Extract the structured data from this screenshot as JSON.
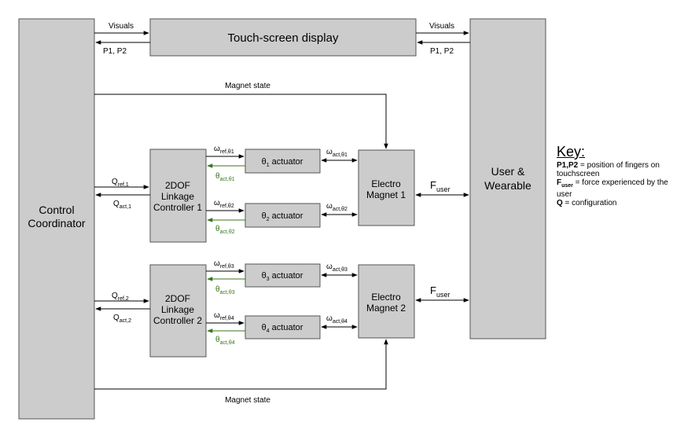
{
  "blocks": {
    "control_coordinator": [
      "Control",
      "Coordinator"
    ],
    "touchscreen": "Touch-screen display",
    "user_wearable": [
      "User &",
      "Wearable"
    ],
    "controller1": [
      "2DOF",
      "Linkage",
      "Controller 1"
    ],
    "controller2": [
      "2DOF",
      "Linkage",
      "Controller 2"
    ],
    "magnet1": [
      "Electro",
      "Magnet 1"
    ],
    "magnet2": [
      "Electro",
      "Magnet 2"
    ],
    "act1": {
      "sym": "θ",
      "sub": "1",
      "rest": " actuator"
    },
    "act2": {
      "sym": "θ",
      "sub": "2",
      "rest": " actuator"
    },
    "act3": {
      "sym": "θ",
      "sub": "3",
      "rest": " actuator"
    },
    "act4": {
      "sym": "θ",
      "sub": "4",
      "rest": " actuator"
    }
  },
  "signals": {
    "visuals": "Visuals",
    "p1p2": "P1, P2",
    "magnet_state": "Magnet state",
    "q_sym": "Q",
    "q_ref1": "ref,1",
    "q_act1": "act,1",
    "q_ref2": "ref,2",
    "q_act2": "act,2",
    "omega": "ω",
    "theta": "θ",
    "w_ref1": "ref,θ1",
    "w_ref2": "ref,θ2",
    "w_ref3": "ref,θ3",
    "w_ref4": "ref,θ4",
    "w_act1": "act,θ1",
    "w_act2": "act,θ2",
    "w_act3": "act,θ3",
    "w_act4": "act,θ4",
    "t_act1": "act,θ1",
    "t_act2": "act,θ2",
    "t_act3": "act,θ3",
    "t_act4": "act,θ4",
    "f_sym": "F",
    "f_sub": "user"
  },
  "key": {
    "title": "Key:",
    "p_bold": "P1,P2",
    "p_text": " = position of fingers on touchscreen",
    "f_bold": "F",
    "f_sub": "user",
    "f_text": " = force experienced by the user",
    "q_bold": "Q",
    "q_text": " = configuration"
  },
  "colors": {
    "block_fill": "#cccccc",
    "block_stroke": "#555555",
    "green": "#38761d"
  }
}
